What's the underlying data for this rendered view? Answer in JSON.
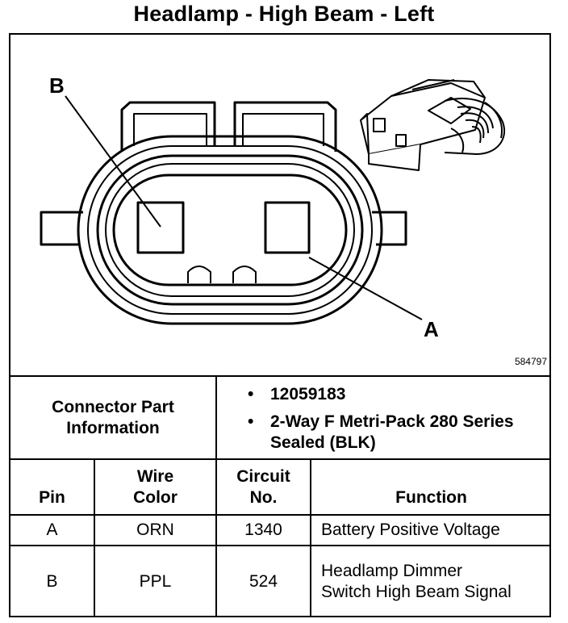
{
  "title": "Headlamp - High Beam - Left",
  "figure_id": "584797",
  "pin_labels": {
    "b": "B",
    "a": "A"
  },
  "connector_info": {
    "label": "Connector Part Information",
    "items": [
      "12059183",
      "2-Way F Metri-Pack 280 Series Sealed (BLK)"
    ]
  },
  "table": {
    "headers": {
      "pin": "Pin",
      "wire_color": "Wire Color",
      "circuit_no": "Circuit No.",
      "function": "Function"
    },
    "rows": [
      {
        "pin": "A",
        "wire_color": "ORN",
        "circuit_no": "1340",
        "function": "Battery Positive Voltage"
      },
      {
        "pin": "B",
        "wire_color": "PPL",
        "circuit_no": "524",
        "function": "Headlamp Dimmer Switch High Beam Signal"
      }
    ]
  }
}
